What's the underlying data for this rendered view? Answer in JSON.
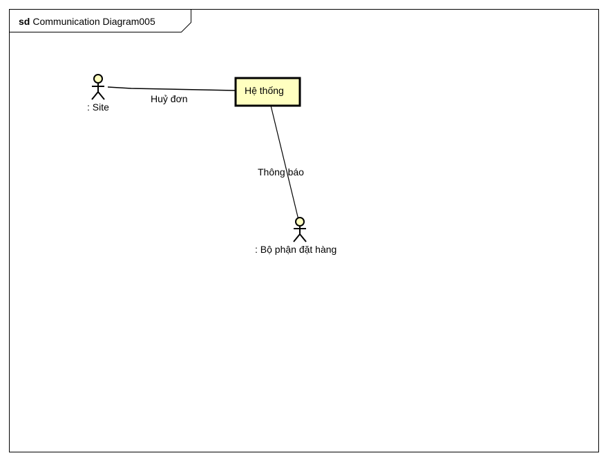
{
  "frame": {
    "keyword": "sd",
    "name": "Communication Diagram005"
  },
  "lifelines": {
    "system": {
      "label": "Hệ thống"
    }
  },
  "actors": {
    "site": {
      "label": ": Site"
    },
    "order_dept": {
      "label": ": Bộ phận đặt hàng"
    }
  },
  "links": {
    "cancel": {
      "label": "Huỷ đơn"
    },
    "notify": {
      "label": "Thông báo"
    }
  },
  "colors": {
    "lifeline_fill": "#ffffc0",
    "stroke": "#000000",
    "background": "#ffffff"
  }
}
